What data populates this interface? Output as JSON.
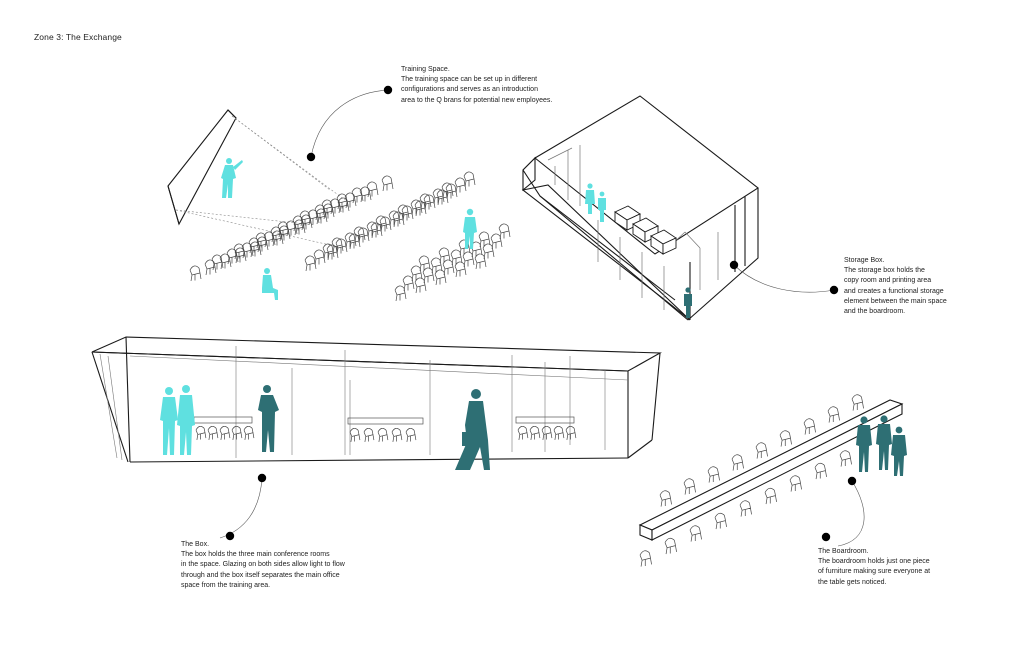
{
  "title": "Zone 3: The Exchange",
  "colors": {
    "accent_light": "#5fe0e0",
    "accent_dark": "#2e6f74",
    "line": "#1a1a1a",
    "thin_line": "#777777"
  },
  "annotations": {
    "training": {
      "heading": "Training Space.",
      "lines": [
        "The training space can be set up in different",
        "configurations and serves as an introduction",
        "area to the Q brans for potential new employees."
      ]
    },
    "storage": {
      "heading": "Storage Box.",
      "lines": [
        "The storage box holds the",
        "copy room and printing area",
        "and creates a functional storage",
        "element between the main space",
        "and the boardroom."
      ]
    },
    "box": {
      "heading": "The Box.",
      "lines": [
        "The box holds the three main conference rooms",
        "in the space. Glazing on both sides allow light to flow",
        "through and the box itself separates the main office",
        "space from the training area."
      ]
    },
    "boardroom": {
      "heading": "The Boardroom.",
      "lines": [
        "The boardroom holds just one piece",
        "of furniture making sure everyone at",
        "the table gets noticed."
      ]
    }
  }
}
